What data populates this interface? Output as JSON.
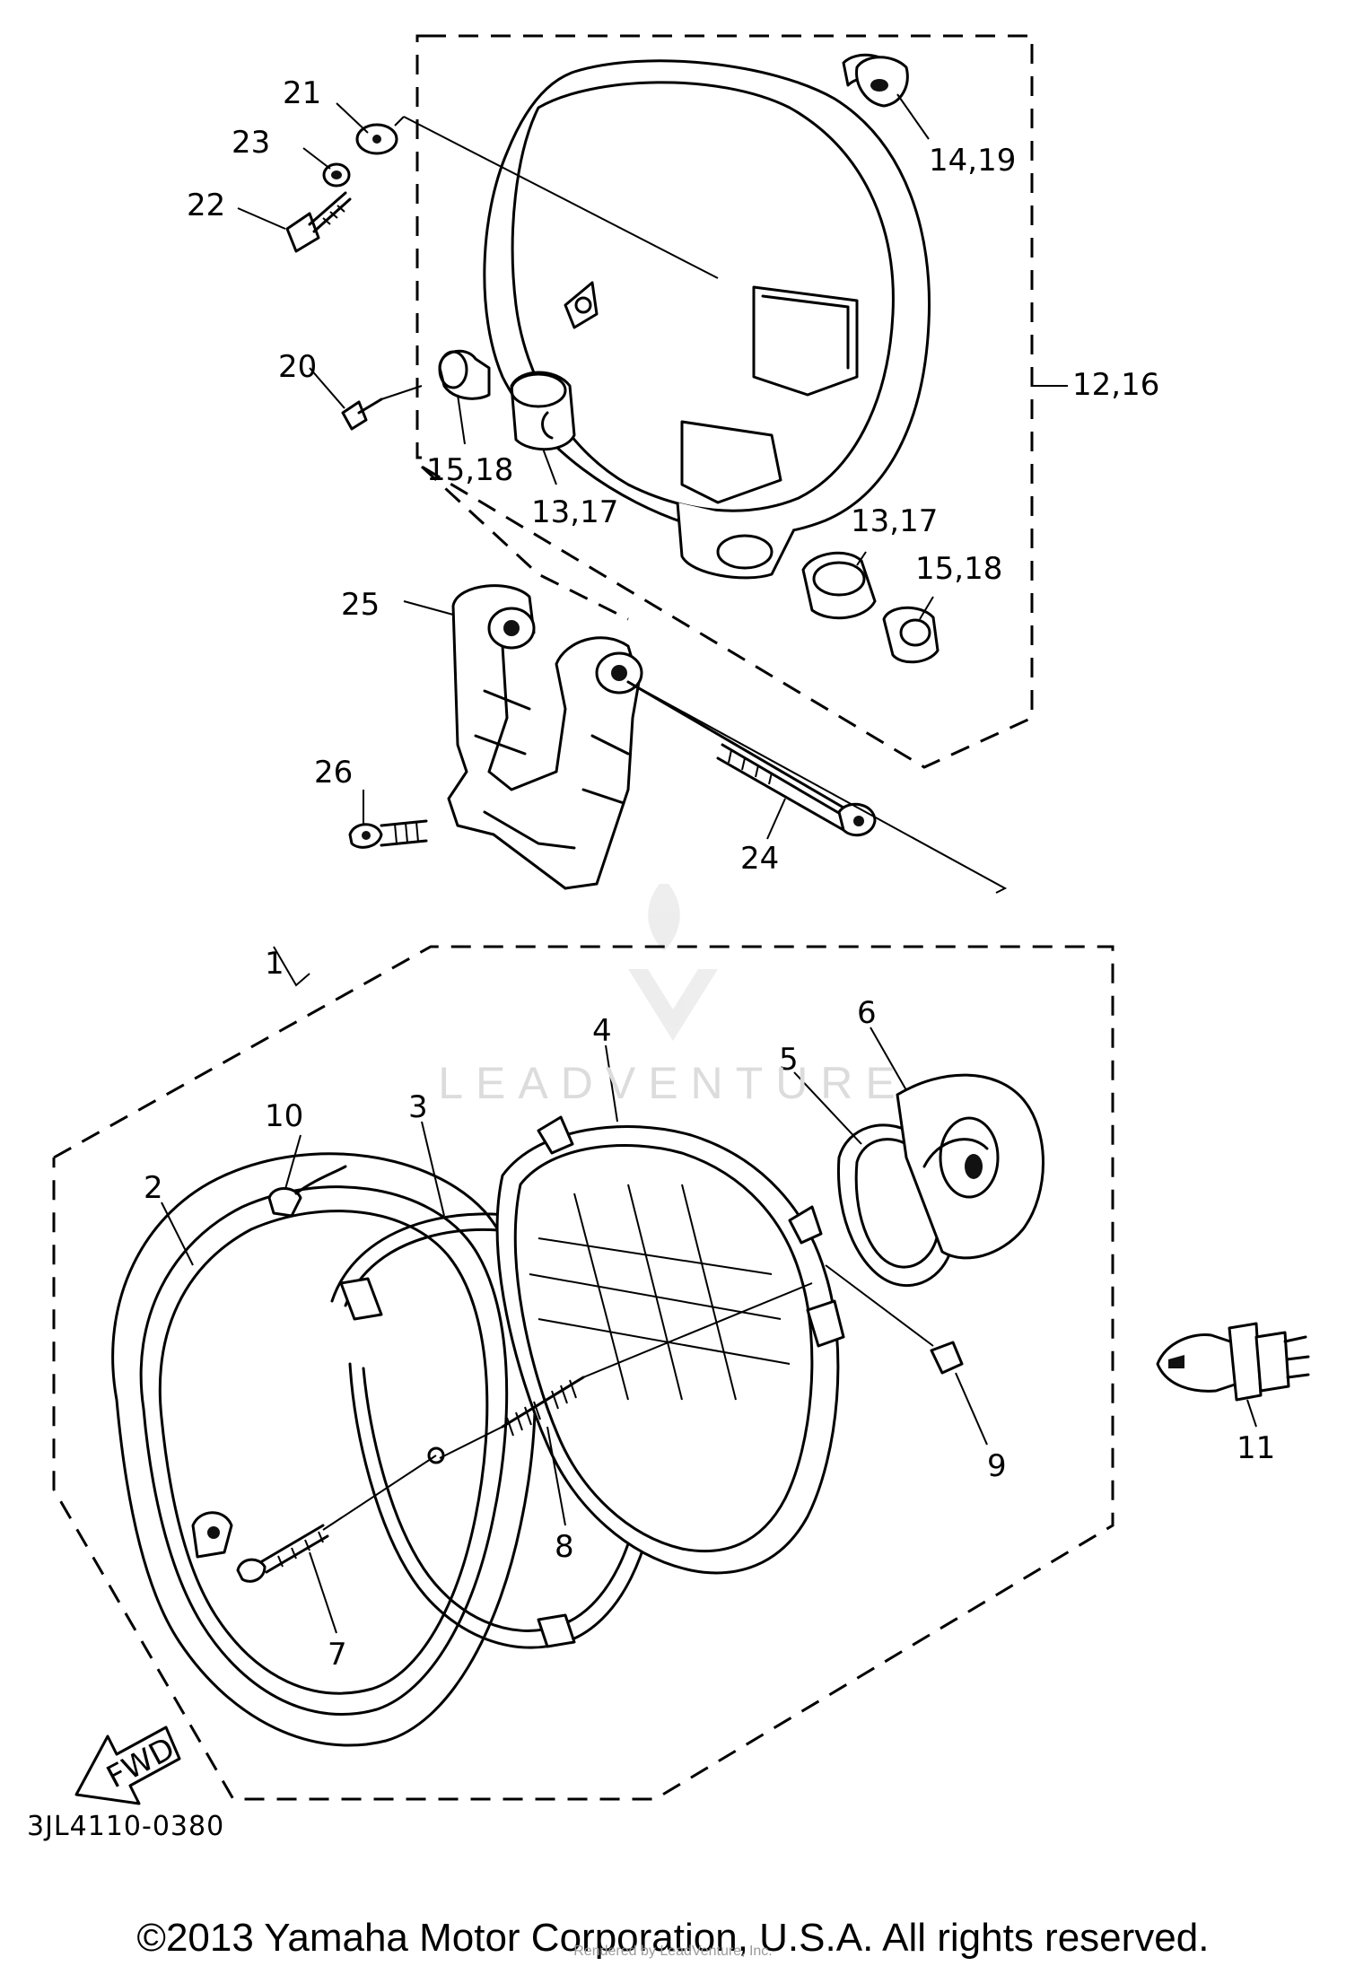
{
  "diagram": {
    "code": "3JL4110-0380",
    "copyright": "©2013 Yamaha Motor Corporation, U.S.A. All rights reserved.",
    "watermark": "LEADVENTURE",
    "render_credit": "Rendered by LeadVenture, Inc.",
    "fwd_label": "FWD",
    "callouts": {
      "c1": "1",
      "c2": "2",
      "c3": "3",
      "c4": "4",
      "c5": "5",
      "c6": "6",
      "c7": "7",
      "c8": "8",
      "c9": "9",
      "c10": "10",
      "c11": "11",
      "c12_16": "12,16",
      "c13_17_a": "13,17",
      "c13_17_b": "13,17",
      "c14_19": "14,19",
      "c15_18_a": "15,18",
      "c15_18_b": "15,18",
      "c20": "20",
      "c21": "21",
      "c22": "22",
      "c23": "23",
      "c24": "24",
      "c25": "25",
      "c26": "26"
    }
  }
}
